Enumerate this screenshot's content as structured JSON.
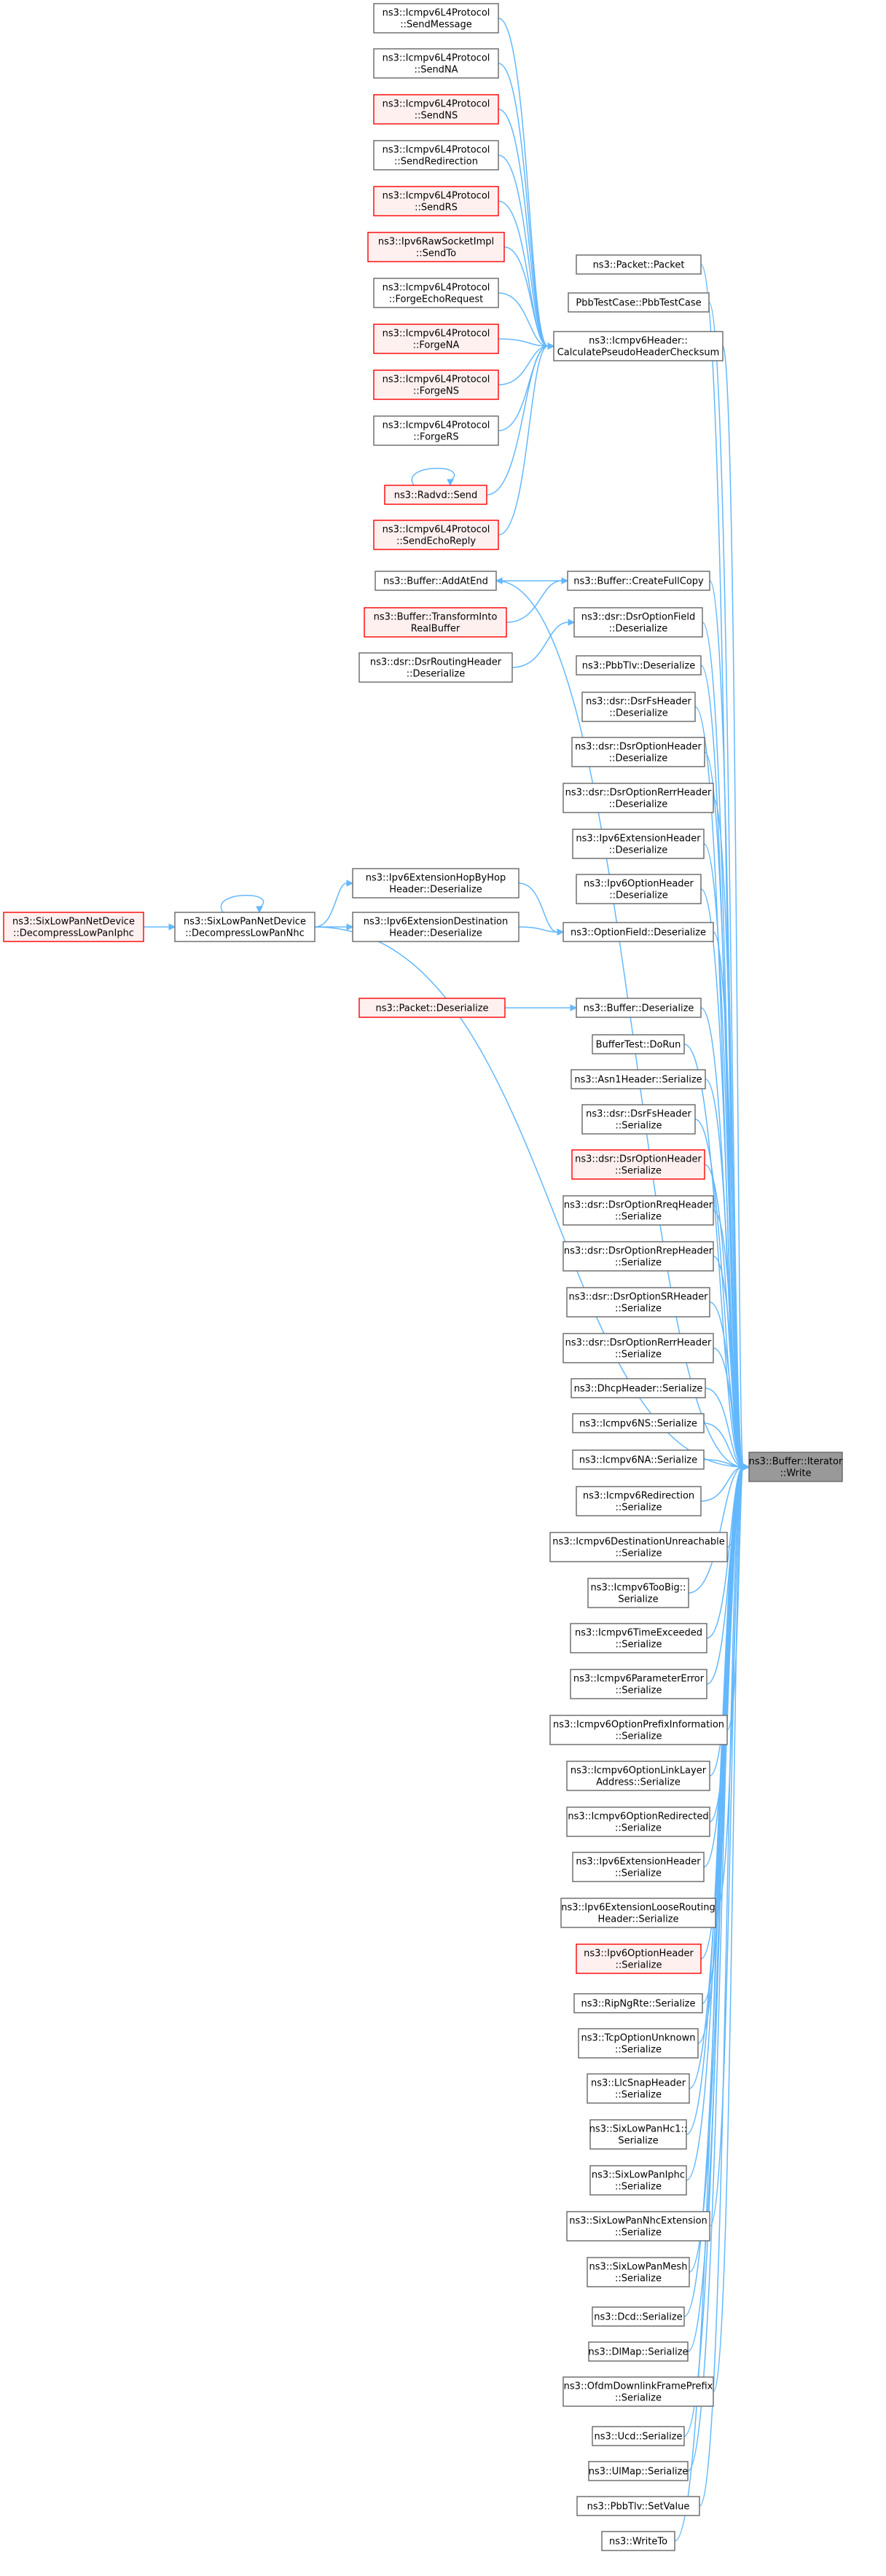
{
  "nodes": [
    {
      "id": "write",
      "lines": [
        "ns3::Buffer::Iterator",
        "::Write"
      ],
      "style": "focus"
    },
    {
      "id": "pkt_packet",
      "lines": [
        "ns3::Packet::Packet"
      ],
      "style": "normal"
    },
    {
      "id": "pbb_testcase",
      "lines": [
        "PbbTestCase::PbbTestCase"
      ],
      "style": "normal"
    },
    {
      "id": "calc_pseudo",
      "lines": [
        "ns3::Icmpv6Header::",
        "CalculatePseudoHeaderChecksum"
      ],
      "style": "normal"
    },
    {
      "id": "send_message",
      "lines": [
        "ns3::Icmpv6L4Protocol",
        "::SendMessage"
      ],
      "style": "normal"
    },
    {
      "id": "send_na",
      "lines": [
        "ns3::Icmpv6L4Protocol",
        "::SendNA"
      ],
      "style": "normal"
    },
    {
      "id": "send_ns",
      "lines": [
        "ns3::Icmpv6L4Protocol",
        "::SendNS"
      ],
      "style": "red"
    },
    {
      "id": "send_redirection",
      "lines": [
        "ns3::Icmpv6L4Protocol",
        "::SendRedirection"
      ],
      "style": "normal"
    },
    {
      "id": "send_rs",
      "lines": [
        "ns3::Icmpv6L4Protocol",
        "::SendRS"
      ],
      "style": "red"
    },
    {
      "id": "raw_sendto",
      "lines": [
        "ns3::Ipv6RawSocketImpl",
        "::SendTo"
      ],
      "style": "red"
    },
    {
      "id": "forge_echo",
      "lines": [
        "ns3::Icmpv6L4Protocol",
        "::ForgeEchoRequest"
      ],
      "style": "normal"
    },
    {
      "id": "forge_na",
      "lines": [
        "ns3::Icmpv6L4Protocol",
        "::ForgeNA"
      ],
      "style": "red"
    },
    {
      "id": "forge_ns",
      "lines": [
        "ns3::Icmpv6L4Protocol",
        "::ForgeNS"
      ],
      "style": "red"
    },
    {
      "id": "forge_rs",
      "lines": [
        "ns3::Icmpv6L4Protocol",
        "::ForgeRS"
      ],
      "style": "normal"
    },
    {
      "id": "radvd_send",
      "lines": [
        "ns3::Radvd::Send"
      ],
      "style": "red"
    },
    {
      "id": "send_echo_reply",
      "lines": [
        "ns3::Icmpv6L4Protocol",
        "::SendEchoReply"
      ],
      "style": "red"
    },
    {
      "id": "buffer_addatend",
      "lines": [
        "ns3::Buffer::AddAtEnd"
      ],
      "style": "normal"
    },
    {
      "id": "buffer_createfullcopy",
      "lines": [
        "ns3::Buffer::CreateFullCopy"
      ],
      "style": "normal"
    },
    {
      "id": "buffer_transform",
      "lines": [
        "ns3::Buffer::TransformInto",
        "RealBuffer"
      ],
      "style": "red"
    },
    {
      "id": "dsr_optionfield_deser",
      "lines": [
        "ns3::dsr::DsrOptionField",
        "::Deserialize"
      ],
      "style": "normal"
    },
    {
      "id": "dsr_routingheader_deser",
      "lines": [
        "ns3::dsr::DsrRoutingHeader",
        "::Deserialize"
      ],
      "style": "normal"
    },
    {
      "id": "pbbtlv_deser",
      "lines": [
        "ns3::PbbTlv::Deserialize"
      ],
      "style": "normal"
    },
    {
      "id": "dsrfs_deser",
      "lines": [
        "ns3::dsr::DsrFsHeader",
        "::Deserialize"
      ],
      "style": "normal"
    },
    {
      "id": "dsroption_deser",
      "lines": [
        "ns3::dsr::DsrOptionHeader",
        "::Deserialize"
      ],
      "style": "normal"
    },
    {
      "id": "dsrrerr_deser",
      "lines": [
        "ns3::dsr::DsrOptionRerrHeader",
        "::Deserialize"
      ],
      "style": "normal"
    },
    {
      "id": "ipv6ext_deser",
      "lines": [
        "ns3::Ipv6ExtensionHeader",
        "::Deserialize"
      ],
      "style": "normal"
    },
    {
      "id": "ipv6opt_deser",
      "lines": [
        "ns3::Ipv6OptionHeader",
        "::Deserialize"
      ],
      "style": "normal"
    },
    {
      "id": "hopbyhop_deser",
      "lines": [
        "ns3::Ipv6ExtensionHopByHop",
        "Header::Deserialize"
      ],
      "style": "normal"
    },
    {
      "id": "sixlowpan_decomp_nhc",
      "lines": [
        "ns3::SixLowPanNetDevice",
        "::DecompressLowPanNhc"
      ],
      "style": "normal"
    },
    {
      "id": "sixlowpan_decomp_iphc",
      "lines": [
        "ns3::SixLowPanNetDevice",
        "::DecompressLowPanIphc"
      ],
      "style": "red"
    },
    {
      "id": "destination_deser",
      "lines": [
        "ns3::Ipv6ExtensionDestination",
        "Header::Deserialize"
      ],
      "style": "normal"
    },
    {
      "id": "optionfield_deser",
      "lines": [
        "ns3::OptionField::Deserialize"
      ],
      "style": "normal"
    },
    {
      "id": "packet_deser",
      "lines": [
        "ns3::Packet::Deserialize"
      ],
      "style": "red"
    },
    {
      "id": "buffer_deser",
      "lines": [
        "ns3::Buffer::Deserialize"
      ],
      "style": "normal"
    },
    {
      "id": "buffertest_dorun",
      "lines": [
        "BufferTest::DoRun"
      ],
      "style": "normal"
    },
    {
      "id": "asn1_ser",
      "lines": [
        "ns3::Asn1Header::Serialize"
      ],
      "style": "normal"
    },
    {
      "id": "dsrfs_ser",
      "lines": [
        "ns3::dsr::DsrFsHeader",
        "::Serialize"
      ],
      "style": "normal"
    },
    {
      "id": "dsroption_ser",
      "lines": [
        "ns3::dsr::DsrOptionHeader",
        "::Serialize"
      ],
      "style": "red"
    },
    {
      "id": "dsrrreq_ser",
      "lines": [
        "ns3::dsr::DsrOptionRreqHeader",
        "::Serialize"
      ],
      "style": "normal"
    },
    {
      "id": "dsrrrep_ser",
      "lines": [
        "ns3::dsr::DsrOptionRrepHeader",
        "::Serialize"
      ],
      "style": "normal"
    },
    {
      "id": "dsrsr_ser",
      "lines": [
        "ns3::dsr::DsrOptionSRHeader",
        "::Serialize"
      ],
      "style": "normal"
    },
    {
      "id": "dsrrerr_ser",
      "lines": [
        "ns3::dsr::DsrOptionRerrHeader",
        "::Serialize"
      ],
      "style": "normal"
    },
    {
      "id": "dhcp_ser",
      "lines": [
        "ns3::DhcpHeader::Serialize"
      ],
      "style": "normal"
    },
    {
      "id": "icmpv6ns_ser",
      "lines": [
        "ns3::Icmpv6NS::Serialize"
      ],
      "style": "normal"
    },
    {
      "id": "icmpv6na_ser",
      "lines": [
        "ns3::Icmpv6NA::Serialize"
      ],
      "style": "normal"
    },
    {
      "id": "icmpv6redir_ser",
      "lines": [
        "ns3::Icmpv6Redirection",
        "::Serialize"
      ],
      "style": "normal"
    },
    {
      "id": "icmpv6destunreach_ser",
      "lines": [
        "ns3::Icmpv6DestinationUnreachable",
        "::Serialize"
      ],
      "style": "normal"
    },
    {
      "id": "icmpv6toobig_ser",
      "lines": [
        "ns3::Icmpv6TooBig::",
        "Serialize"
      ],
      "style": "normal"
    },
    {
      "id": "icmpv6timeexceeded_ser",
      "lines": [
        "ns3::Icmpv6TimeExceeded",
        "::Serialize"
      ],
      "style": "normal"
    },
    {
      "id": "icmpv6paramerror_ser",
      "lines": [
        "ns3::Icmpv6ParameterError",
        "::Serialize"
      ],
      "style": "normal"
    },
    {
      "id": "icmpv6prefixinfo_ser",
      "lines": [
        "ns3::Icmpv6OptionPrefixInformation",
        "::Serialize"
      ],
      "style": "normal"
    },
    {
      "id": "icmpv6linklayer_ser",
      "lines": [
        "ns3::Icmpv6OptionLinkLayer",
        "Address::Serialize"
      ],
      "style": "normal"
    },
    {
      "id": "icmpv6optredirected_ser",
      "lines": [
        "ns3::Icmpv6OptionRedirected",
        "::Serialize"
      ],
      "style": "normal"
    },
    {
      "id": "ipv6ext_ser",
      "lines": [
        "ns3::Ipv6ExtensionHeader",
        "::Serialize"
      ],
      "style": "normal"
    },
    {
      "id": "looserouting_ser",
      "lines": [
        "ns3::Ipv6ExtensionLooseRouting",
        "Header::Serialize"
      ],
      "style": "normal"
    },
    {
      "id": "ipv6opt_ser",
      "lines": [
        "ns3::Ipv6OptionHeader",
        "::Serialize"
      ],
      "style": "red"
    },
    {
      "id": "ripngrte_ser",
      "lines": [
        "ns3::RipNgRte::Serialize"
      ],
      "style": "normal"
    },
    {
      "id": "tcpoptunknown_ser",
      "lines": [
        "ns3::TcpOptionUnknown",
        "::Serialize"
      ],
      "style": "normal"
    },
    {
      "id": "llcsnap_ser",
      "lines": [
        "ns3::LlcSnapHeader",
        "::Serialize"
      ],
      "style": "normal"
    },
    {
      "id": "sixlowpanhc1_ser",
      "lines": [
        "ns3::SixLowPanHc1::",
        "Serialize"
      ],
      "style": "normal"
    },
    {
      "id": "sixlowpaniphc_ser",
      "lines": [
        "ns3::SixLowPanIphc",
        "::Serialize"
      ],
      "style": "normal"
    },
    {
      "id": "sixlowpannhcext_ser",
      "lines": [
        "ns3::SixLowPanNhcExtension",
        "::Serialize"
      ],
      "style": "normal"
    },
    {
      "id": "sixlowpanmesh_ser",
      "lines": [
        "ns3::SixLowPanMesh",
        "::Serialize"
      ],
      "style": "normal"
    },
    {
      "id": "dcd_ser",
      "lines": [
        "ns3::Dcd::Serialize"
      ],
      "style": "normal"
    },
    {
      "id": "dlmap_ser",
      "lines": [
        "ns3::DlMap::Serialize"
      ],
      "style": "normal"
    },
    {
      "id": "ofdmdl_ser",
      "lines": [
        "ns3::OfdmDownlinkFramePrefix",
        "::Serialize"
      ],
      "style": "normal"
    },
    {
      "id": "ucd_ser",
      "lines": [
        "ns3::Ucd::Serialize"
      ],
      "style": "normal"
    },
    {
      "id": "ulmap_ser",
      "lines": [
        "ns3::UlMap::Serialize"
      ],
      "style": "normal"
    },
    {
      "id": "pbbtlv_setvalue",
      "lines": [
        "ns3::PbbTlv::SetValue"
      ],
      "style": "normal"
    },
    {
      "id": "writeto",
      "lines": [
        "ns3::WriteTo"
      ],
      "style": "normal"
    }
  ],
  "edges": [
    {
      "from": "pkt_packet",
      "to": "write"
    },
    {
      "from": "pbb_testcase",
      "to": "write"
    },
    {
      "from": "calc_pseudo",
      "to": "write"
    },
    {
      "from": "send_message",
      "to": "calc_pseudo"
    },
    {
      "from": "send_na",
      "to": "calc_pseudo"
    },
    {
      "from": "send_ns",
      "to": "calc_pseudo"
    },
    {
      "from": "send_redirection",
      "to": "calc_pseudo"
    },
    {
      "from": "send_rs",
      "to": "calc_pseudo"
    },
    {
      "from": "raw_sendto",
      "to": "calc_pseudo"
    },
    {
      "from": "forge_echo",
      "to": "calc_pseudo"
    },
    {
      "from": "forge_na",
      "to": "calc_pseudo"
    },
    {
      "from": "forge_ns",
      "to": "calc_pseudo"
    },
    {
      "from": "forge_rs",
      "to": "calc_pseudo"
    },
    {
      "from": "radvd_send",
      "to": "calc_pseudo"
    },
    {
      "from": "radvd_send",
      "to": "radvd_send"
    },
    {
      "from": "send_echo_reply",
      "to": "calc_pseudo"
    },
    {
      "from": "buffer_addatend",
      "to": "write"
    },
    {
      "from": "buffer_createfullcopy",
      "to": "buffer_addatend"
    },
    {
      "from": "buffer_createfullcopy",
      "to": "write"
    },
    {
      "from": "buffer_transform",
      "to": "buffer_createfullcopy"
    },
    {
      "from": "dsr_optionfield_deser",
      "to": "write"
    },
    {
      "from": "dsr_routingheader_deser",
      "to": "dsr_optionfield_deser"
    },
    {
      "from": "pbbtlv_deser",
      "to": "write"
    },
    {
      "from": "dsrfs_deser",
      "to": "write"
    },
    {
      "from": "dsroption_deser",
      "to": "write"
    },
    {
      "from": "dsrrerr_deser",
      "to": "write"
    },
    {
      "from": "ipv6ext_deser",
      "to": "write"
    },
    {
      "from": "ipv6opt_deser",
      "to": "write"
    },
    {
      "from": "optionfield_deser",
      "to": "write"
    },
    {
      "from": "hopbyhop_deser",
      "to": "optionfield_deser"
    },
    {
      "from": "destination_deser",
      "to": "optionfield_deser"
    },
    {
      "from": "sixlowpan_decomp_nhc",
      "to": "hopbyhop_deser"
    },
    {
      "from": "sixlowpan_decomp_nhc",
      "to": "destination_deser"
    },
    {
      "from": "sixlowpan_decomp_nhc",
      "to": "sixlowpan_decomp_nhc"
    },
    {
      "from": "sixlowpan_decomp_nhc",
      "to": "write"
    },
    {
      "from": "sixlowpan_decomp_iphc",
      "to": "sixlowpan_decomp_nhc"
    },
    {
      "from": "packet_deser",
      "to": "buffer_deser"
    },
    {
      "from": "buffer_deser",
      "to": "write"
    },
    {
      "from": "buffertest_dorun",
      "to": "write"
    },
    {
      "from": "asn1_ser",
      "to": "write"
    },
    {
      "from": "dsrfs_ser",
      "to": "write"
    },
    {
      "from": "dsroption_ser",
      "to": "write"
    },
    {
      "from": "dsrrreq_ser",
      "to": "write"
    },
    {
      "from": "dsrrrep_ser",
      "to": "write"
    },
    {
      "from": "dsrsr_ser",
      "to": "write"
    },
    {
      "from": "dsrrerr_ser",
      "to": "write"
    },
    {
      "from": "dhcp_ser",
      "to": "write"
    },
    {
      "from": "icmpv6ns_ser",
      "to": "write"
    },
    {
      "from": "icmpv6na_ser",
      "to": "write"
    },
    {
      "from": "icmpv6redir_ser",
      "to": "write"
    },
    {
      "from": "icmpv6destunreach_ser",
      "to": "write"
    },
    {
      "from": "icmpv6toobig_ser",
      "to": "write"
    },
    {
      "from": "icmpv6timeexceeded_ser",
      "to": "write"
    },
    {
      "from": "icmpv6paramerror_ser",
      "to": "write"
    },
    {
      "from": "icmpv6prefixinfo_ser",
      "to": "write"
    },
    {
      "from": "icmpv6linklayer_ser",
      "to": "write"
    },
    {
      "from": "icmpv6optredirected_ser",
      "to": "write"
    },
    {
      "from": "ipv6ext_ser",
      "to": "write"
    },
    {
      "from": "looserouting_ser",
      "to": "write"
    },
    {
      "from": "ipv6opt_ser",
      "to": "write"
    },
    {
      "from": "ripngrte_ser",
      "to": "write"
    },
    {
      "from": "tcpoptunknown_ser",
      "to": "write"
    },
    {
      "from": "llcsnap_ser",
      "to": "write"
    },
    {
      "from": "sixlowpanhc1_ser",
      "to": "write"
    },
    {
      "from": "sixlowpaniphc_ser",
      "to": "write"
    },
    {
      "from": "sixlowpannhcext_ser",
      "to": "write"
    },
    {
      "from": "sixlowpanmesh_ser",
      "to": "write"
    },
    {
      "from": "dcd_ser",
      "to": "write"
    },
    {
      "from": "dlmap_ser",
      "to": "write"
    },
    {
      "from": "ofdmdl_ser",
      "to": "write"
    },
    {
      "from": "ucd_ser",
      "to": "write"
    },
    {
      "from": "ulmap_ser",
      "to": "write"
    },
    {
      "from": "pbbtlv_setvalue",
      "to": "write"
    },
    {
      "from": "writeto",
      "to": "write"
    }
  ]
}
